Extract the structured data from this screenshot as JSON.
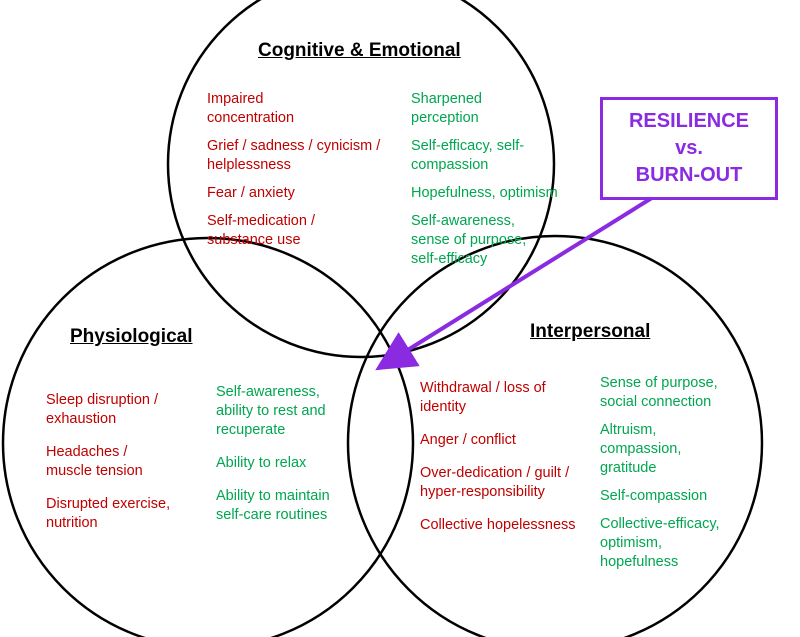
{
  "colors": {
    "negative": "#c00000",
    "positive": "#00a650",
    "callout": "#8a2be2",
    "outline": "#000000"
  },
  "cognitive": {
    "title": "Cognitive & Emotional",
    "negative": [
      "Impaired\nconcentration",
      "Grief / sadness / cynicism /\nhelplessness",
      "Fear / anxiety",
      "Self-medication /\nsubstance use"
    ],
    "positive": [
      "Sharpened\nperception",
      "Self-efficacy, self-\ncompassion",
      "Hopefulness, optimism",
      "Self-awareness,\nsense of purpose,\nself-efficacy"
    ]
  },
  "physiological": {
    "title": "Physiological",
    "negative": [
      "Sleep disruption /\nexhaustion",
      "Headaches /\nmuscle tension",
      "Disrupted exercise,\nnutrition"
    ],
    "positive": [
      "Self-awareness,\nability to rest and\nrecuperate",
      "Ability to relax",
      "Ability to maintain\nself-care routines"
    ]
  },
  "interpersonal": {
    "title": "Interpersonal",
    "negative": [
      "Withdrawal / loss of\nidentity",
      "Anger / conflict",
      "Over-dedication / guilt /\nhyper-responsibility",
      "Collective hopelessness"
    ],
    "positive": [
      "Sense of purpose,\nsocial connection",
      "Altruism,\ncompassion,\ngratitude",
      "Self-compassion",
      "Collective-efficacy,\noptimism,\nhopefulness"
    ]
  },
  "callout": {
    "line1": "RESILIENCE",
    "line2": "vs.",
    "line3": "BURN-OUT"
  }
}
